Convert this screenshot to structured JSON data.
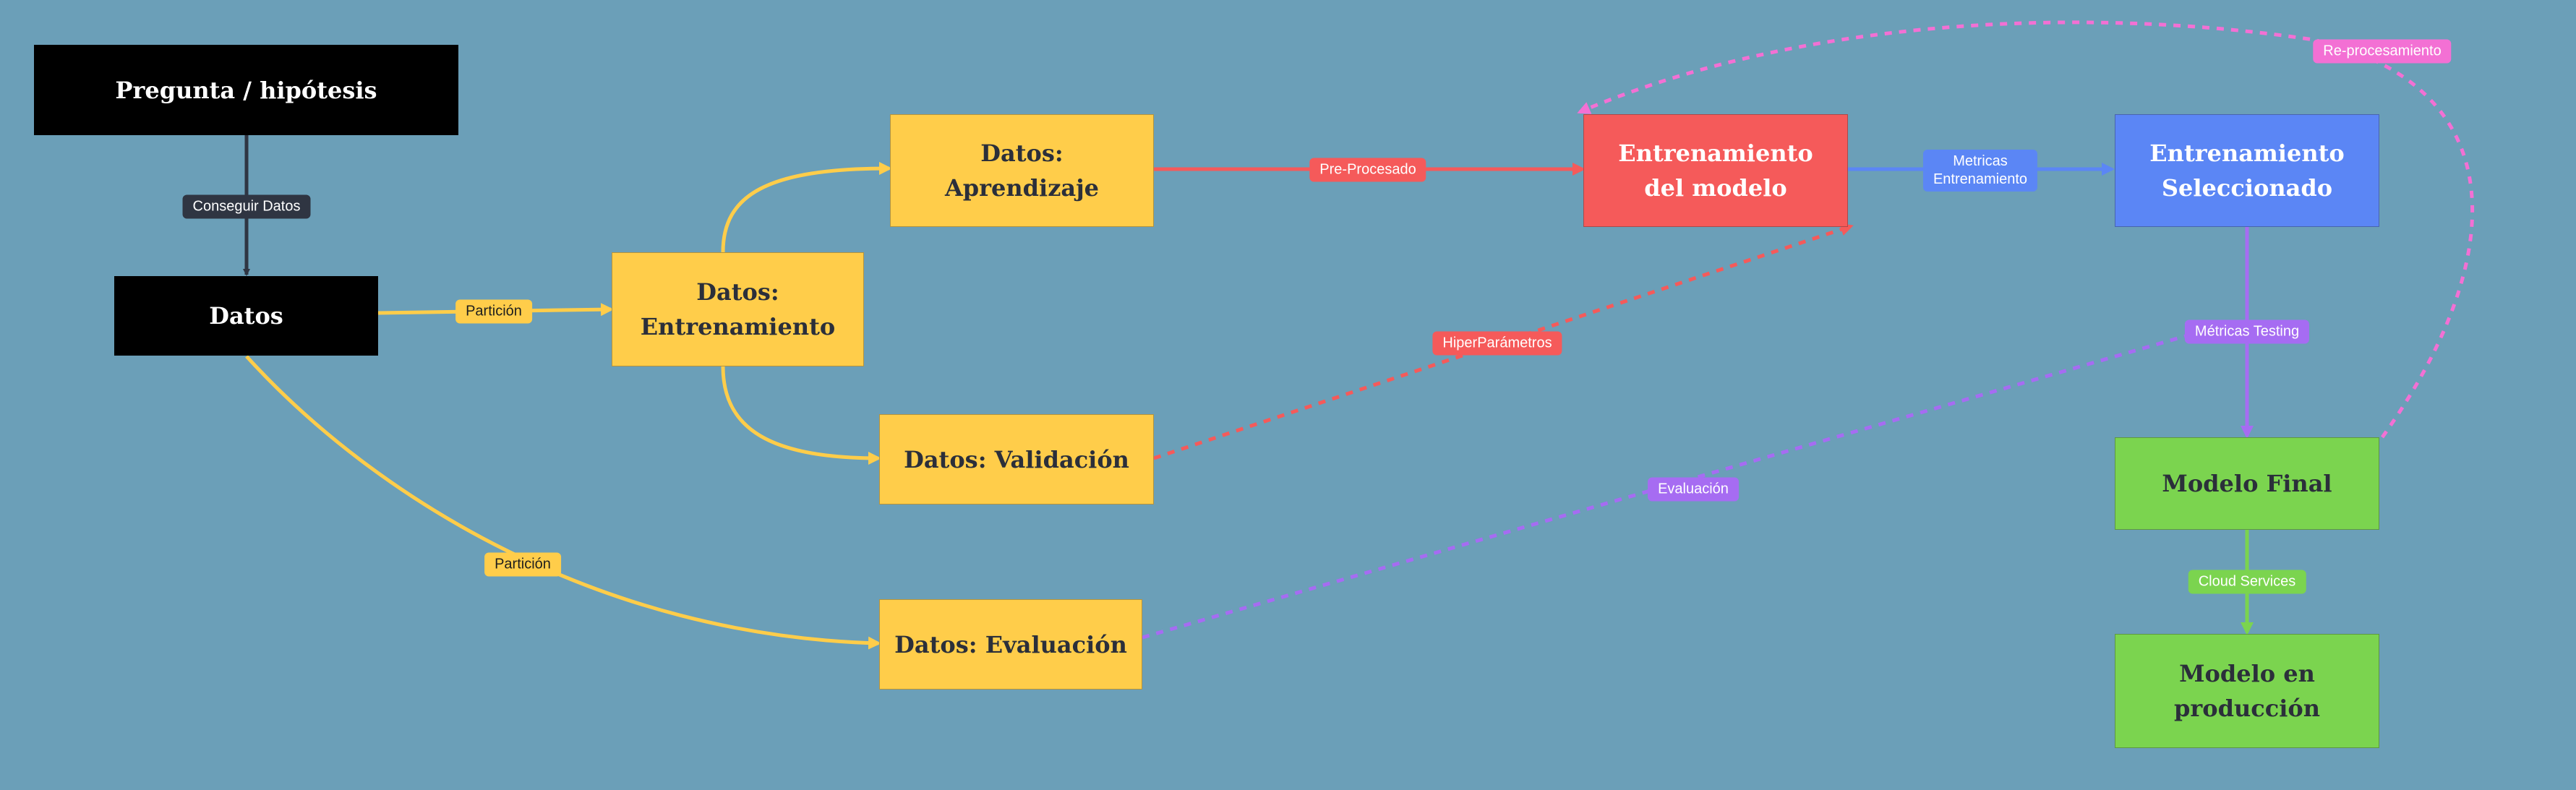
{
  "nodes": {
    "pregunta": "Pregunta / hipótesis",
    "datos": "Datos",
    "entrenamiento_datos": "Datos:\nEntrenamiento",
    "aprendizaje": "Datos:\nAprendizaje",
    "validacion": "Datos:  Validación",
    "evaluacion": "Datos: Evaluación",
    "entrenamiento_modelo": "Entrenamiento\ndel modelo",
    "seleccionado": "Entrenamiento\nSeleccionado",
    "modelo_final": "Modelo Final",
    "produccion": "Modelo en\nproducción"
  },
  "edges": {
    "conseguir_datos": "Conseguir Datos",
    "particion_1": "Partición",
    "particion_2": "Partición",
    "pre_procesado": "Pre-Procesado",
    "metricas_entrenamiento": "Metricas\nEntrenamiento",
    "hiperparametros": "HiperParámetros",
    "metricas_testing": "Métricas Testing",
    "evaluacion": "Evaluación",
    "cloud_services": "Cloud Services",
    "re_procesamiento": "Re-procesamiento"
  },
  "colors": {
    "background": "#6b9fb8",
    "black": "#000000",
    "yellow": "#ffcd4a",
    "red": "#f55a5a",
    "blue": "#5b86f5",
    "purple": "#a66cf2",
    "green": "#7bd44f",
    "pink": "#f370d4",
    "dark_edge": "#2f3542"
  }
}
